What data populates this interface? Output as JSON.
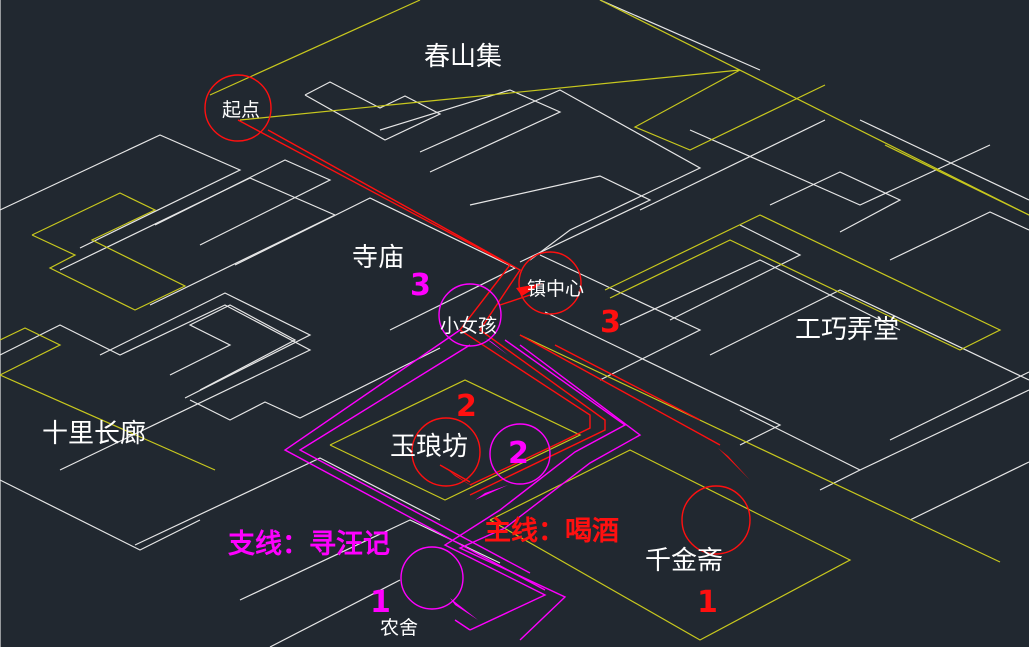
{
  "map": {
    "colors": {
      "background": "#212830",
      "building": "#e6e6e6",
      "district_boundary": "#c8c81e",
      "main_route": "#ff1010",
      "branch_route": "#ff00ff"
    },
    "regions": {
      "chunshan": "春山集",
      "temple": "寺庙",
      "gongqiao": "工巧弄堂",
      "shili": "十里长廊",
      "yulang": "玉琅坊",
      "qianjin": "千金斋"
    },
    "points": {
      "start": "起点",
      "town_center": "镇中心",
      "little_girl": "小女孩",
      "farmhouse": "农舍"
    },
    "routes": {
      "main": "主线：喝酒",
      "branch": "支线：寻汪记"
    },
    "step_numbers": {
      "main": [
        "1",
        "2",
        "3"
      ],
      "branch": [
        "1",
        "2",
        "3"
      ]
    }
  }
}
